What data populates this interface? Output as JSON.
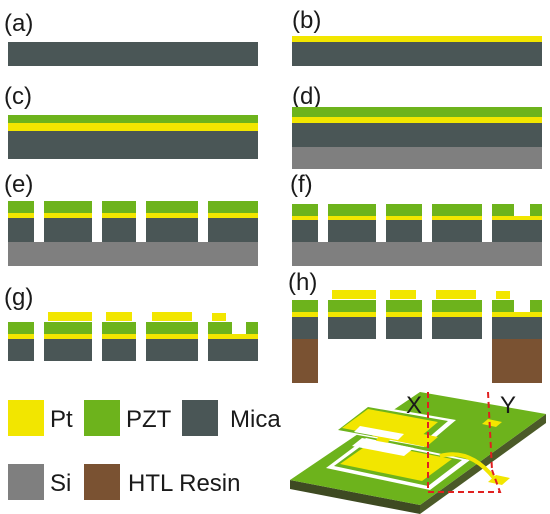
{
  "panels": [
    "(a)",
    "(b)",
    "(c)",
    "(d)",
    "(e)",
    "(f)",
    "(g)",
    "(h)"
  ],
  "legend": [
    {
      "label": "Pt",
      "color": "#f2e600"
    },
    {
      "label": "PZT",
      "color": "#6db31c"
    },
    {
      "label": "Mica",
      "color": "#4a5656"
    },
    {
      "label": "Si",
      "color": "#7f7f7f"
    },
    {
      "label": "HTL Resin",
      "color": "#7a5232"
    }
  ],
  "device": {
    "x_label": "X",
    "y_label": "Y",
    "marker_color": "#e02020"
  }
}
